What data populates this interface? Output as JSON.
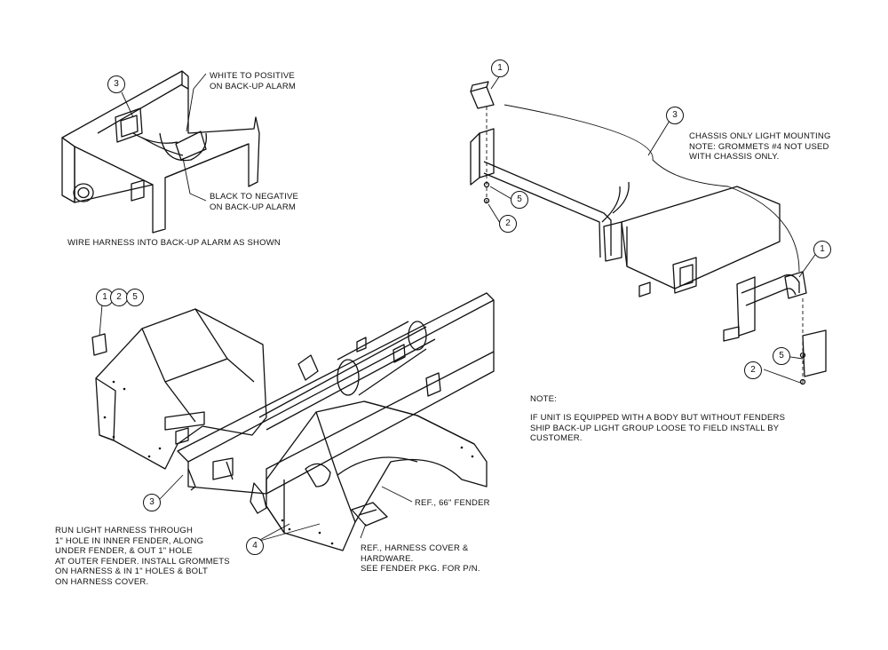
{
  "notes": {
    "white_positive": "WHITE TO POSITIVE\nON BACK-UP ALARM",
    "black_negative": "BLACK TO NEGATIVE\nON BACK-UP ALARM",
    "wire_harness": "WIRE HARNESS INTO BACK-UP ALARM AS SHOWN",
    "chassis_only": "CHASSIS ONLY LIGHT MOUNTING\nNOTE: GROMMETS #4 NOT USED\nWITH CHASSIS ONLY.",
    "note_heading": "NOTE:",
    "note_body": "IF UNIT IS EQUIPPED WITH A BODY BUT WITHOUT FENDERS\nSHIP BACK-UP LIGHT GROUP LOOSE TO FIELD INSTALL BY\nCUSTOMER.",
    "run_light": "RUN LIGHT HARNESS THROUGH\n1\" HOLE IN INNER FENDER, ALONG\nUNDER FENDER, & OUT 1\" HOLE\nAT OUTER FENDER. INSTALL GROMMETS\nON HARNESS & IN 1\" HOLES & BOLT\nON HARNESS COVER.",
    "ref_fender": "REF., 66\" FENDER",
    "ref_harness": "REF., HARNESS COVER &\nHARDWARE.\nSEE FENDER PKG. FOR P/N."
  },
  "callouts": {
    "c3_alarm": "3",
    "c1_top": "1",
    "c3_bar": "3",
    "c5_left": "5",
    "c2_left": "2",
    "c1_right": "1",
    "c5_right": "5",
    "c2_right": "2",
    "c1_group": "1",
    "c2_group": "2",
    "c5_group": "5",
    "c3_bottom": "3",
    "c4_bottom": "4"
  }
}
